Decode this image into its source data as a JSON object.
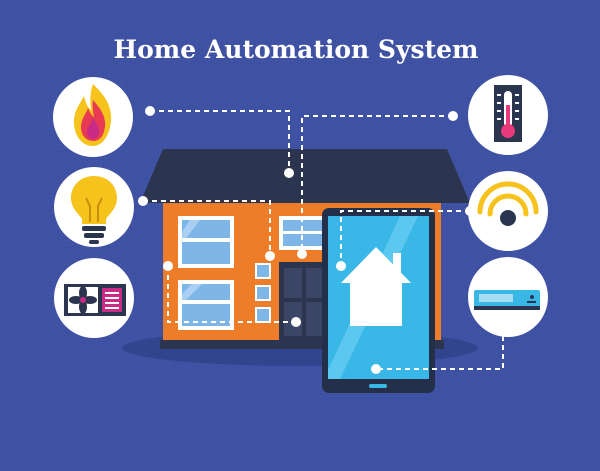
{
  "title": "Home Automation System",
  "colors": {
    "background": "#3f51a3",
    "roof": "#2c3550",
    "house_wall": "#ee7d2a",
    "window": "#7fb6e8",
    "tablet_body": "#243049",
    "tablet_screen": "#39b7e6",
    "connector": "#ffffff",
    "icon_circle": "#ffffff"
  },
  "devices": [
    {
      "name": "fire",
      "icon": "flame-icon"
    },
    {
      "name": "light",
      "icon": "light-bulb-icon"
    },
    {
      "name": "ventilation",
      "icon": "fan-unit-icon"
    },
    {
      "name": "temperature",
      "icon": "thermometer-icon"
    },
    {
      "name": "wifi",
      "icon": "wifi-signal-icon"
    },
    {
      "name": "air-conditioner",
      "icon": "air-conditioner-icon"
    }
  ],
  "controller": {
    "icon": "home-icon",
    "device": "tablet"
  }
}
